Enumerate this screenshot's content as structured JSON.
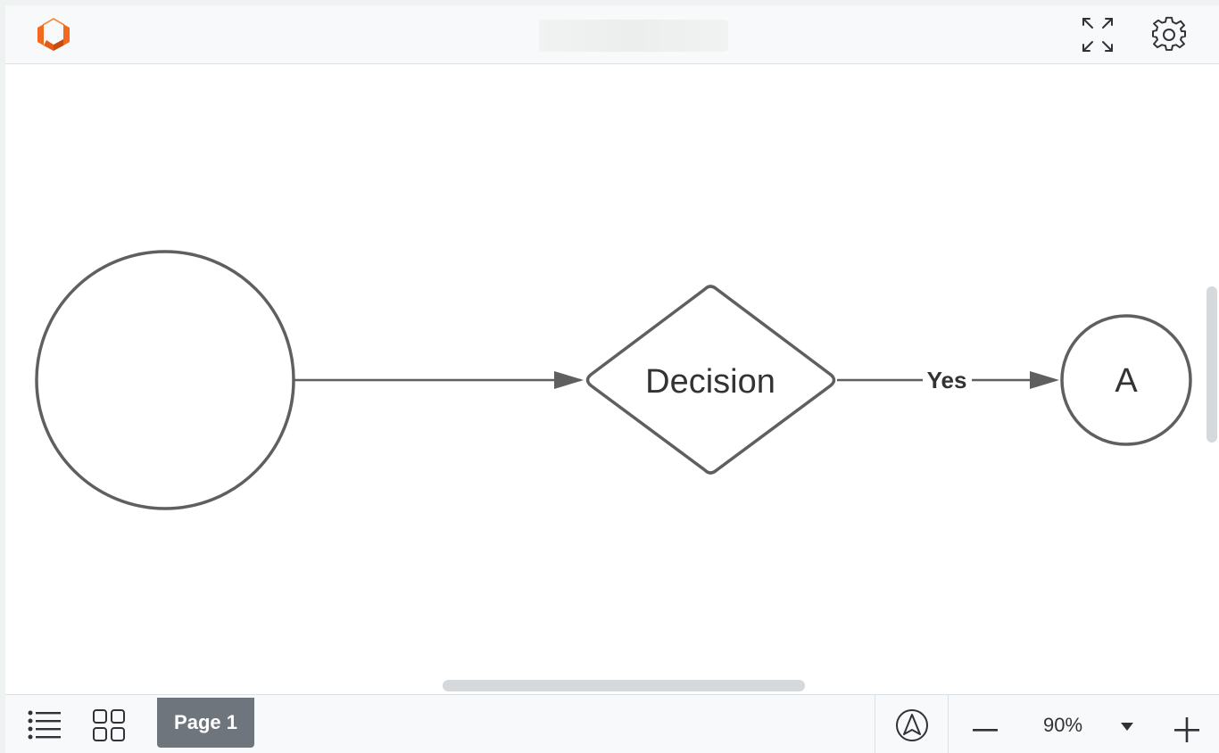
{
  "topbar": {
    "document_title": "",
    "logo_icon": "app-logo",
    "fullscreen_icon": "expand-icon",
    "settings_icon": "gear-icon"
  },
  "diagram": {
    "nodes": [
      {
        "id": "start-circle",
        "shape": "circle",
        "label": ""
      },
      {
        "id": "decision",
        "shape": "diamond",
        "label": "Decision"
      },
      {
        "id": "connector-a",
        "shape": "circle",
        "label": "A"
      }
    ],
    "edges": [
      {
        "from": "start-circle",
        "to": "decision",
        "label": ""
      },
      {
        "from": "decision",
        "to": "connector-a",
        "label": "Yes"
      }
    ],
    "stroke_color": "#5f5f60",
    "text_color": "#333333"
  },
  "bottombar": {
    "outline_icon": "list-icon",
    "grid_icon": "grid-icon",
    "page_tab_label": "Page 1",
    "navigate_icon": "navigation-arrow-icon",
    "zoom_level": "90%",
    "zoom_out_icon": "minus-icon",
    "zoom_dropdown_icon": "caret-down-icon",
    "zoom_in_icon": "plus-icon"
  },
  "colors": {
    "accent_logo": "#f26b1d",
    "page_tab_bg": "#6f757c",
    "icon_color": "#2f3338"
  }
}
